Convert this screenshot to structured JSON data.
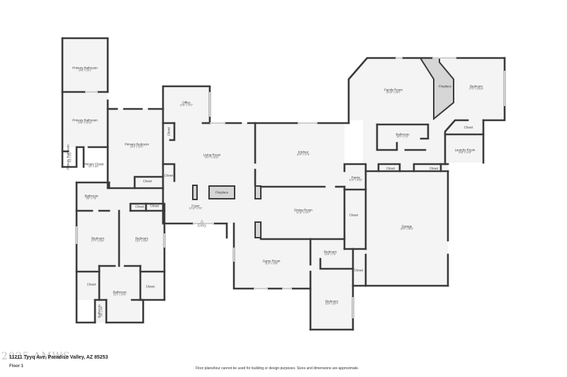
{
  "plan": {
    "floor": "Floor 1",
    "address": "11211 Tyyq Ave, Paradise Valley, AZ 85253",
    "disclaimer": "Floor plans/tour cannot be used for building or design purposes. Sizes and dimensions are approximate.",
    "watermark": "2025 AMWS",
    "entry_label": "Entry",
    "colors": {
      "wall": "#3a3a3a",
      "floor": "#f4f4f4",
      "fireplace": "#d4d4d4",
      "window": "#cfcfcf"
    }
  },
  "rooms": [
    {
      "name": "Primary Bathroom",
      "dims": "14'6\" x 16'1\""
    },
    {
      "name": "Primary Bathroom",
      "dims": "14'6\" x 16'11\""
    },
    {
      "name": "Primary Bathroom",
      "dims": "4'3\" x 6'3\""
    },
    {
      "name": "Primary Closet",
      "dims": "9'5\" x 8'9\""
    },
    {
      "name": "Primary Bedroom",
      "dims": "16'1\" x 21'0\""
    },
    {
      "name": "Office",
      "dims": "12'8\" x 15'2\""
    },
    {
      "name": "Closet",
      "dims": ""
    },
    {
      "name": "Closet",
      "dims": ""
    },
    {
      "name": "Closet",
      "dims": ""
    },
    {
      "name": "Living Room",
      "dims": "25'7\" x 16'11\""
    },
    {
      "name": "Fireplace",
      "dims": ""
    },
    {
      "name": "Foyer",
      "dims": "10'10\" x 9'9\""
    },
    {
      "name": "Kitchen",
      "dims": "20'4\" x 17'0\""
    },
    {
      "name": "Pantry",
      "dims": "6'10\" x 6'10\""
    },
    {
      "name": "Dining Room",
      "dims": "22'11\" x 14'7\""
    },
    {
      "name": "Closet",
      "dims": ""
    },
    {
      "name": "Family Room",
      "dims": "26'10\" x 28'1\""
    },
    {
      "name": "Fireplace",
      "dims": ""
    },
    {
      "name": "Bedroom",
      "dims": "17'2\" x 18'10\""
    },
    {
      "name": "Closet",
      "dims": ""
    },
    {
      "name": "Bathroom",
      "dims": "14'7\" x 7'2\""
    },
    {
      "name": "Laundry Room",
      "dims": "16'8\" x 10'8\""
    },
    {
      "name": "Closet",
      "dims": ""
    },
    {
      "name": "Closet",
      "dims": ""
    },
    {
      "name": "Garage",
      "dims": "32'9\" x 31'5\""
    },
    {
      "name": "Closet",
      "dims": ""
    },
    {
      "name": "Game Room",
      "dims": "31'3\" x 15'8\""
    },
    {
      "name": "Bedroom",
      "dims": "11'8\" x 7'9\""
    },
    {
      "name": "Bedroom",
      "dims": "11'0\" x 19'7\""
    },
    {
      "name": "Bathroom",
      "dims": "8'6\" x 7'8\""
    },
    {
      "name": "Closet",
      "dims": ""
    },
    {
      "name": "Closet",
      "dims": ""
    },
    {
      "name": "Bedroom",
      "dims": "17'7\" x 16'0\""
    },
    {
      "name": "Bedroom",
      "dims": "13'2\" x 16'0\""
    },
    {
      "name": "Closet",
      "dims": ""
    },
    {
      "name": "Closet",
      "dims": ""
    },
    {
      "name": "Bathroom",
      "dims": "12'1\" x 10'0\""
    },
    {
      "name": "Bathroom",
      "dims": "5'6\" x 6'4\""
    }
  ]
}
